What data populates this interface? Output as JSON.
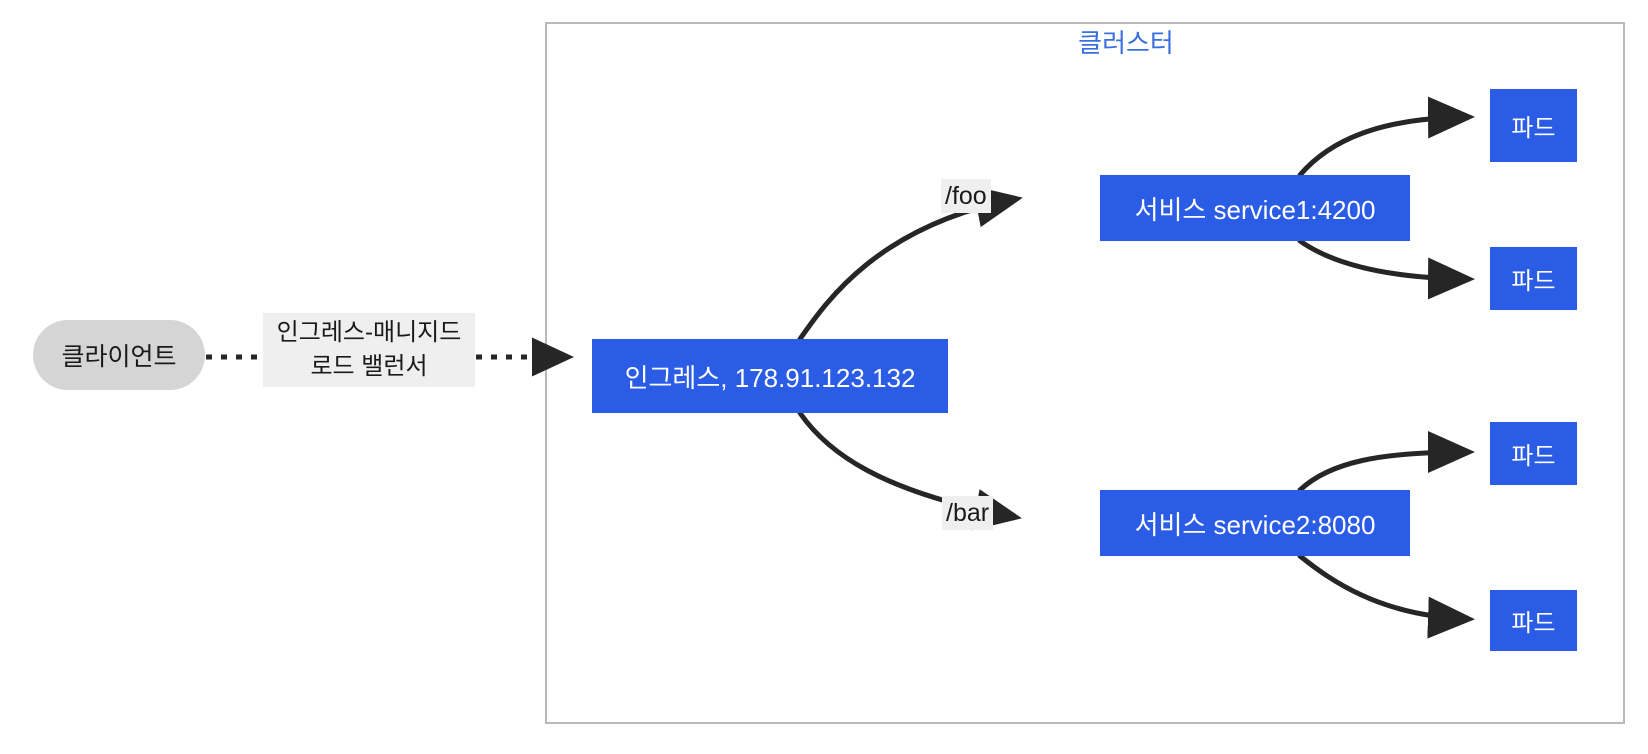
{
  "diagram": {
    "type": "kubernetes-ingress-fanout",
    "cluster": {
      "title": "클러스터"
    },
    "client": {
      "label": "클라이언트"
    },
    "ingress": {
      "label": "인그레스, 178.91.123.132"
    },
    "services": [
      {
        "label": "서비스 service1:4200"
      },
      {
        "label": "서비스 service2:8080"
      }
    ],
    "pods": [
      {
        "label": "파드"
      },
      {
        "label": "파드"
      },
      {
        "label": "파드"
      },
      {
        "label": "파드"
      }
    ],
    "edge_labels": {
      "load_balancer_line1": "인그레스-매니지드",
      "load_balancer_line2": "로드 밸런서",
      "path_foo": "/foo",
      "path_bar": "/bar"
    },
    "colors": {
      "node_blue": "#2b5ce6",
      "client_gray": "#d5d5d5",
      "label_gray": "#efefef",
      "cluster_border": "#b9b9b9",
      "cluster_title": "#3b6fe0",
      "edge_stroke": "#262626",
      "page_background": "#ffffff"
    }
  }
}
